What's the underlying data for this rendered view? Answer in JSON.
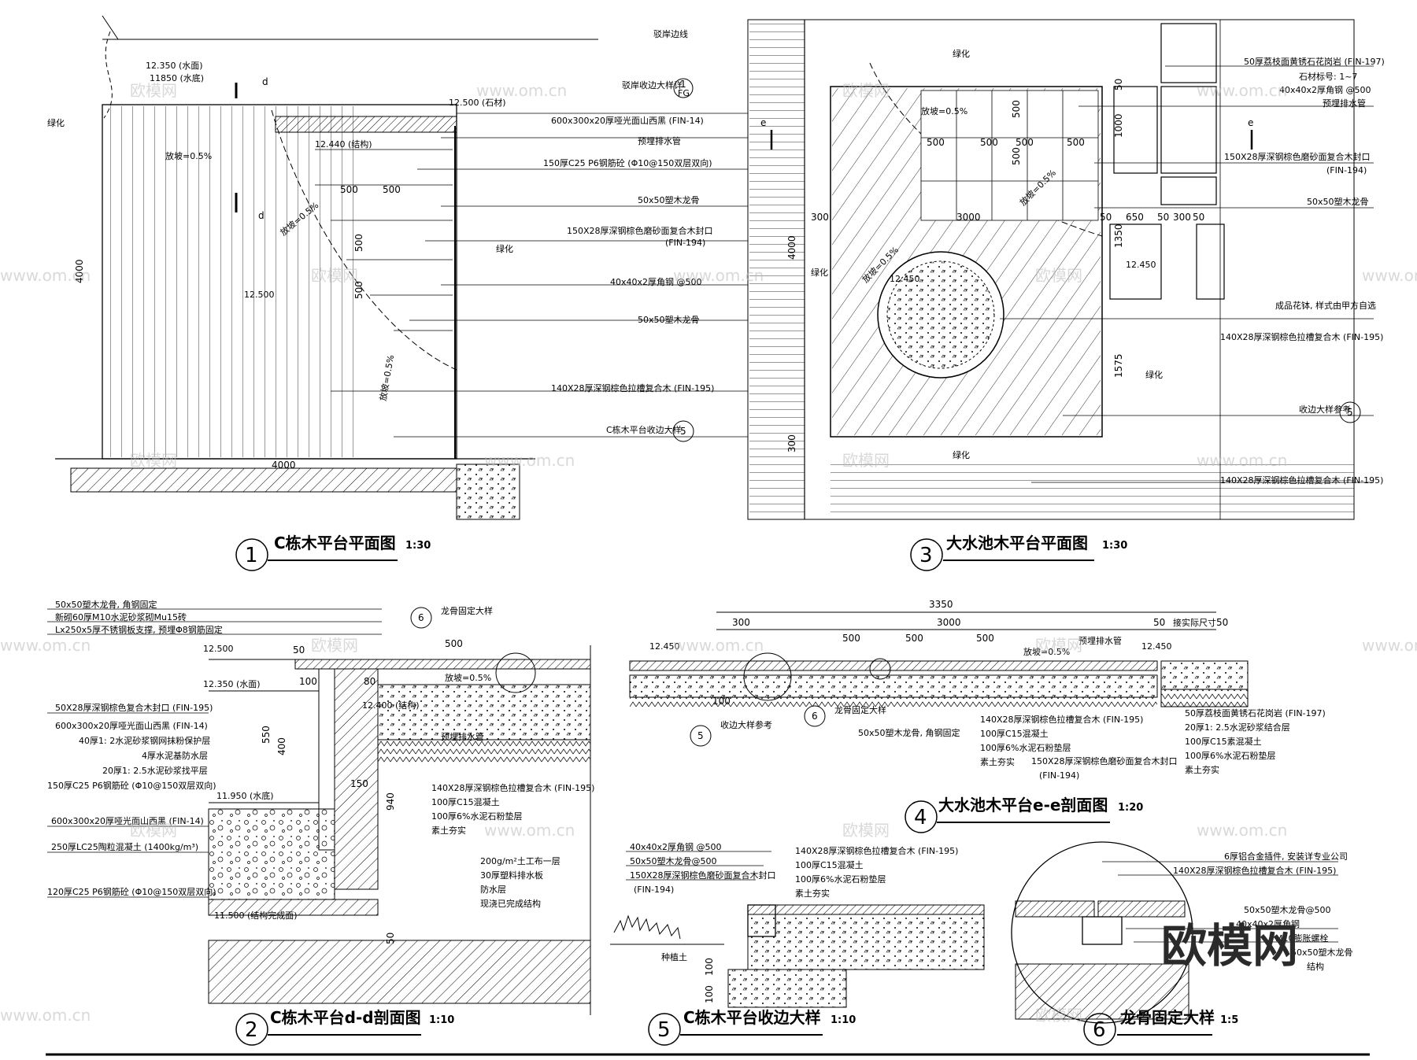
{
  "views": {
    "v1": {
      "num": "1",
      "title": "C栋木平台平面图",
      "scale": "1:30"
    },
    "v2": {
      "num": "2",
      "title": "C栋木平台d-d剖面图",
      "scale": "1:10"
    },
    "v3": {
      "num": "3",
      "title": "大水池木平台平面图",
      "scale": "1:30"
    },
    "v4": {
      "num": "4",
      "title": "大水池木平台e-e剖面图",
      "scale": "1:20"
    },
    "v5": {
      "num": "5",
      "title": "C栋木平台收边大样",
      "scale": "1:10"
    },
    "v6": {
      "num": "6",
      "title": "龙骨固定大样",
      "scale": "1:5"
    }
  },
  "plan1": {
    "lvl_water": "12.350 (水面)",
    "lvl_bottom": "11850 (水底)",
    "lvl_stone": "12.500 (石材)",
    "lvl_edge": "12.440 (结构)",
    "lvl_deck": "12.500",
    "green_l": "绿化",
    "green_r": "绿化",
    "slope1": "放坡=0.5%",
    "slope2": "放坡=0.5%",
    "slope3": "放坡=0.5%",
    "d_top": "d",
    "d_bot": "d",
    "dim_h": "4000",
    "dim_w": "4000",
    "dim_500a": "500",
    "dim_500b": "500",
    "dim_500c": "500",
    "dim_500d": "500",
    "callout_num": "1",
    "callout_sub": "FG",
    "notes": [
      "驳岸边线",
      "驳岸收边大样详",
      "600x300x20厚哑光面山西黑 (FIN-14)",
      "预埋排水管",
      "150厚C25 P6钢筋砼 (Φ10@150双层双向)",
      "50x50塑木龙骨",
      "150X28厚深钢棕色磨砂面复合木封口",
      "(FIN-194)",
      "40x40x2厚角钢 @500",
      "50x50塑木龙骨",
      "140X28厚深钢棕色拉槽复合木 (FIN-195)",
      "C栋木平台收边大样"
    ],
    "note_callout": "5"
  },
  "plan3": {
    "green_top": "绿化",
    "green_left": "绿化",
    "green_right": "绿化",
    "green_bottom": "绿化",
    "slope1": "放坡=0.5%",
    "slope2": "放坡=0.5%",
    "slope3": "放坡=0.5%",
    "lvl_a": "12.450",
    "lvl_b": "12.450",
    "e_left": "e",
    "e_right": "e",
    "dims": [
      "500",
      "500",
      "500",
      "500",
      "500",
      "500",
      "3000",
      "300",
      "4000",
      "300",
      "1000",
      "1350",
      "1575",
      "50",
      "650",
      "50",
      "300",
      "50",
      "50"
    ],
    "notes": [
      "50厚荔枝面黄锈石花岗岩 (FIN-197)",
      "石材标号: 1~7",
      "40x40x2厚角钢 @500",
      "预埋排水管",
      "150X28厚深钢棕色磨砂面复合木封口",
      "(FIN-194)",
      "50x50塑木龙骨",
      "成品花钵, 样式由甲方自选",
      "140X28厚深钢棕色拉槽复合木 (FIN-195)",
      "收边大样参考",
      "140X28厚深钢棕色拉槽复合木 (FIN-195)"
    ],
    "note_callout": "5"
  },
  "sec2": {
    "notes_top": [
      "50x50塑木龙骨, 角钢固定",
      "新砌60厚M10水泥砂浆砌Mu15砖",
      "Lx250x5厚不锈钢板支撑, 预埋Φ8钢筋固定"
    ],
    "callout": "6",
    "callout_note": "龙骨固定大样",
    "lvl_deck": "12.500",
    "lvl_water": "12.350 (水面)",
    "lvl_struct": "12.400 (结构)",
    "lvl_bottom": "11.950 (水底)",
    "lvl_base": "11.500 (结构完成面)",
    "slope": "放坡=0.5%",
    "dims": [
      "50",
      "100",
      "80",
      "500",
      "550",
      "400",
      "150",
      "940",
      "50"
    ],
    "notes_left": [
      "50X28厚深钢棕色复合木封口 (FIN-195)",
      "600x300x20厚哑光面山西黑 (FIN-14)",
      "40厚1: 2水泥砂浆钢网抹粉保护层",
      "4厚水泥基防水层",
      "20厚1: 2.5水泥砂浆找平层",
      "150厚C25 P6钢筋砼 (Φ10@150双层双向)",
      "600x300x20厚哑光面山西黑 (FIN-14)",
      "250厚LC25陶粒混凝土 (1400kg/m³)",
      "120厚C25 P6钢筋砼 (Φ10@150双层双向)"
    ],
    "notes_right": [
      "预埋排水管",
      "140X28厚深钢棕色拉槽复合木 (FIN-195)",
      "100厚C15混凝土",
      "100厚6%水泥石粉垫层",
      "素土夯实"
    ],
    "notes_struct": [
      "200g/m²土工布一层",
      "30厚塑料排水板",
      "防水层",
      "现浇已完成结构"
    ]
  },
  "sec4": {
    "dims_top": [
      "3350",
      "300",
      "3000",
      "50",
      "接实际尺寸",
      "50"
    ],
    "dims_mid": [
      "500",
      "500",
      "500"
    ],
    "lvl_l": "12.450",
    "lvl_r": "12.450",
    "slope": "放坡=0.5%",
    "pipe": "预埋排水管",
    "callout5": "5",
    "callout5_note": "收边大样参考",
    "callout6": "6",
    "callout6_note": "龙骨固定大样",
    "dim_100": "100",
    "notes_mid": [
      "140X28厚深钢棕色拉槽复合木 (FIN-195)",
      "100厚C15混凝土",
      "100厚6%水泥石粉垫层",
      "素土夯实",
      "150X28厚深钢棕色磨砂面复合木封口",
      "(FIN-194)"
    ],
    "note_joist": "50x50塑木龙骨, 角钢固定",
    "notes_right": [
      "50厚荔枝面黄锈石花岗岩 (FIN-197)",
      "20厚1: 2.5水泥砂浆结合层",
      "100厚C15素混凝土",
      "100厚6%水泥石粉垫层",
      "素土夯实"
    ]
  },
  "sec5": {
    "notes": [
      "40x40x2厚角钢 @500",
      "50x50塑木龙骨@500",
      "150X28厚深钢棕色磨砂面复合木封口",
      "(FIN-194)"
    ],
    "notes_right": [
      "140X28厚深钢棕色拉槽复合木 (FIN-195)",
      "100厚C15混凝土",
      "100厚6%水泥石粉垫层",
      "素土夯实"
    ],
    "soil": "种植土",
    "dims": [
      "100",
      "100"
    ]
  },
  "sec6": {
    "notes": [
      "6厚铝合金插件, 安装详专业公司",
      "140X28厚深钢棕色拉槽复合木 (FIN-195)",
      "50x50塑木龙骨@500",
      "40x40x2厚角钢",
      "M10膨胀螺栓",
      "50x50塑木龙骨",
      "结构"
    ]
  },
  "watermark": {
    "brand": "欧模网",
    "site": "www.om.cn"
  }
}
